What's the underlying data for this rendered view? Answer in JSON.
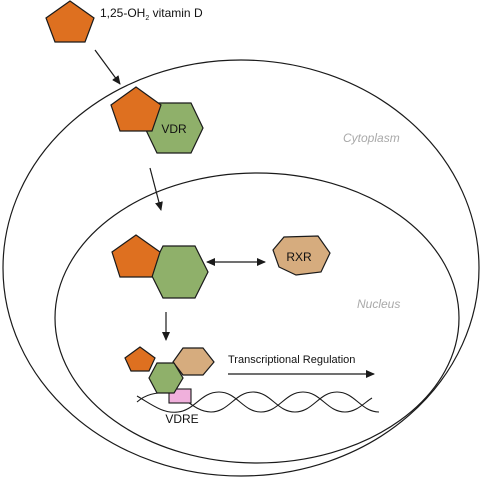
{
  "labels": {
    "ligand_prefix": "1,25-OH",
    "ligand_sub": "2",
    "ligand_suffix": " vitamin D",
    "vdr": "VDR",
    "rxr": "RXR",
    "cytoplasm": "Cytoplasm",
    "nucleus": "Nucleus",
    "transcription": "Transcriptional Regulation",
    "vdre": "VDRE"
  },
  "colors": {
    "ligand": "#de7020",
    "vdr": "#8fb06a",
    "rxr": "#d6ac7e",
    "vdre": "#f0b0dc",
    "outline": "#1a1a1a",
    "region_text": "#a9a9a9"
  }
}
